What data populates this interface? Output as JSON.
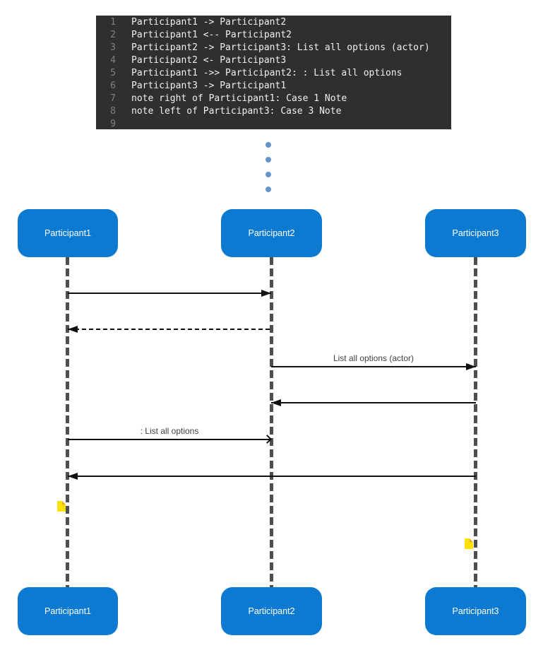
{
  "editor": {
    "lines": [
      {
        "num": "1",
        "code": "Participant1 -> Participant2"
      },
      {
        "num": "2",
        "code": "Participant1 <-- Participant2"
      },
      {
        "num": "3",
        "code": "Participant2 -> Participant3: List all options (actor)"
      },
      {
        "num": "4",
        "code": "Participant2 <- Participant3"
      },
      {
        "num": "5",
        "code": "Participant1 ->> Participant2: : List all options"
      },
      {
        "num": "6",
        "code": "Participant3 -> Participant1"
      },
      {
        "num": "7",
        "code": "note right of Participant1: Case 1 Note"
      },
      {
        "num": "8",
        "code": "note left of Participant3: Case 3 Note"
      },
      {
        "num": "9",
        "code": ""
      }
    ]
  },
  "diagram": {
    "participants": [
      "Participant1",
      "Participant2",
      "Participant3"
    ],
    "messages": [
      {
        "from": "Participant1",
        "to": "Participant2",
        "line": "solid",
        "head": "filled",
        "label": ""
      },
      {
        "from": "Participant2",
        "to": "Participant1",
        "line": "dashed",
        "head": "filled",
        "label": ""
      },
      {
        "from": "Participant2",
        "to": "Participant3",
        "line": "solid",
        "head": "filled",
        "label": "List all options (actor)"
      },
      {
        "from": "Participant3",
        "to": "Participant2",
        "line": "solid",
        "head": "filled",
        "label": ""
      },
      {
        "from": "Participant1",
        "to": "Participant2",
        "line": "solid",
        "head": "open",
        "label": ": List all options"
      },
      {
        "from": "Participant3",
        "to": "Participant1",
        "line": "solid",
        "head": "filled",
        "label": ""
      }
    ],
    "notes": [
      {
        "side": "right",
        "participant": "Participant1",
        "source_text": "Case 1 Note"
      },
      {
        "side": "left",
        "participant": "Participant3",
        "source_text": "Case 3 Note"
      }
    ]
  },
  "colors": {
    "editor_bg": "#2f2f2f",
    "editor_text": "#f1f1f1",
    "editor_line_number": "#808080",
    "participant_fill": "#0d7ad1",
    "participant_text": "#ffffff",
    "lifeline": "#4f4f4f",
    "arrow": "#111111",
    "message_label": "#3f3f3f",
    "note_fill": "#ffe10a",
    "note_fold": "#f5a31d",
    "ellipsis_dot": "#6494cc"
  }
}
